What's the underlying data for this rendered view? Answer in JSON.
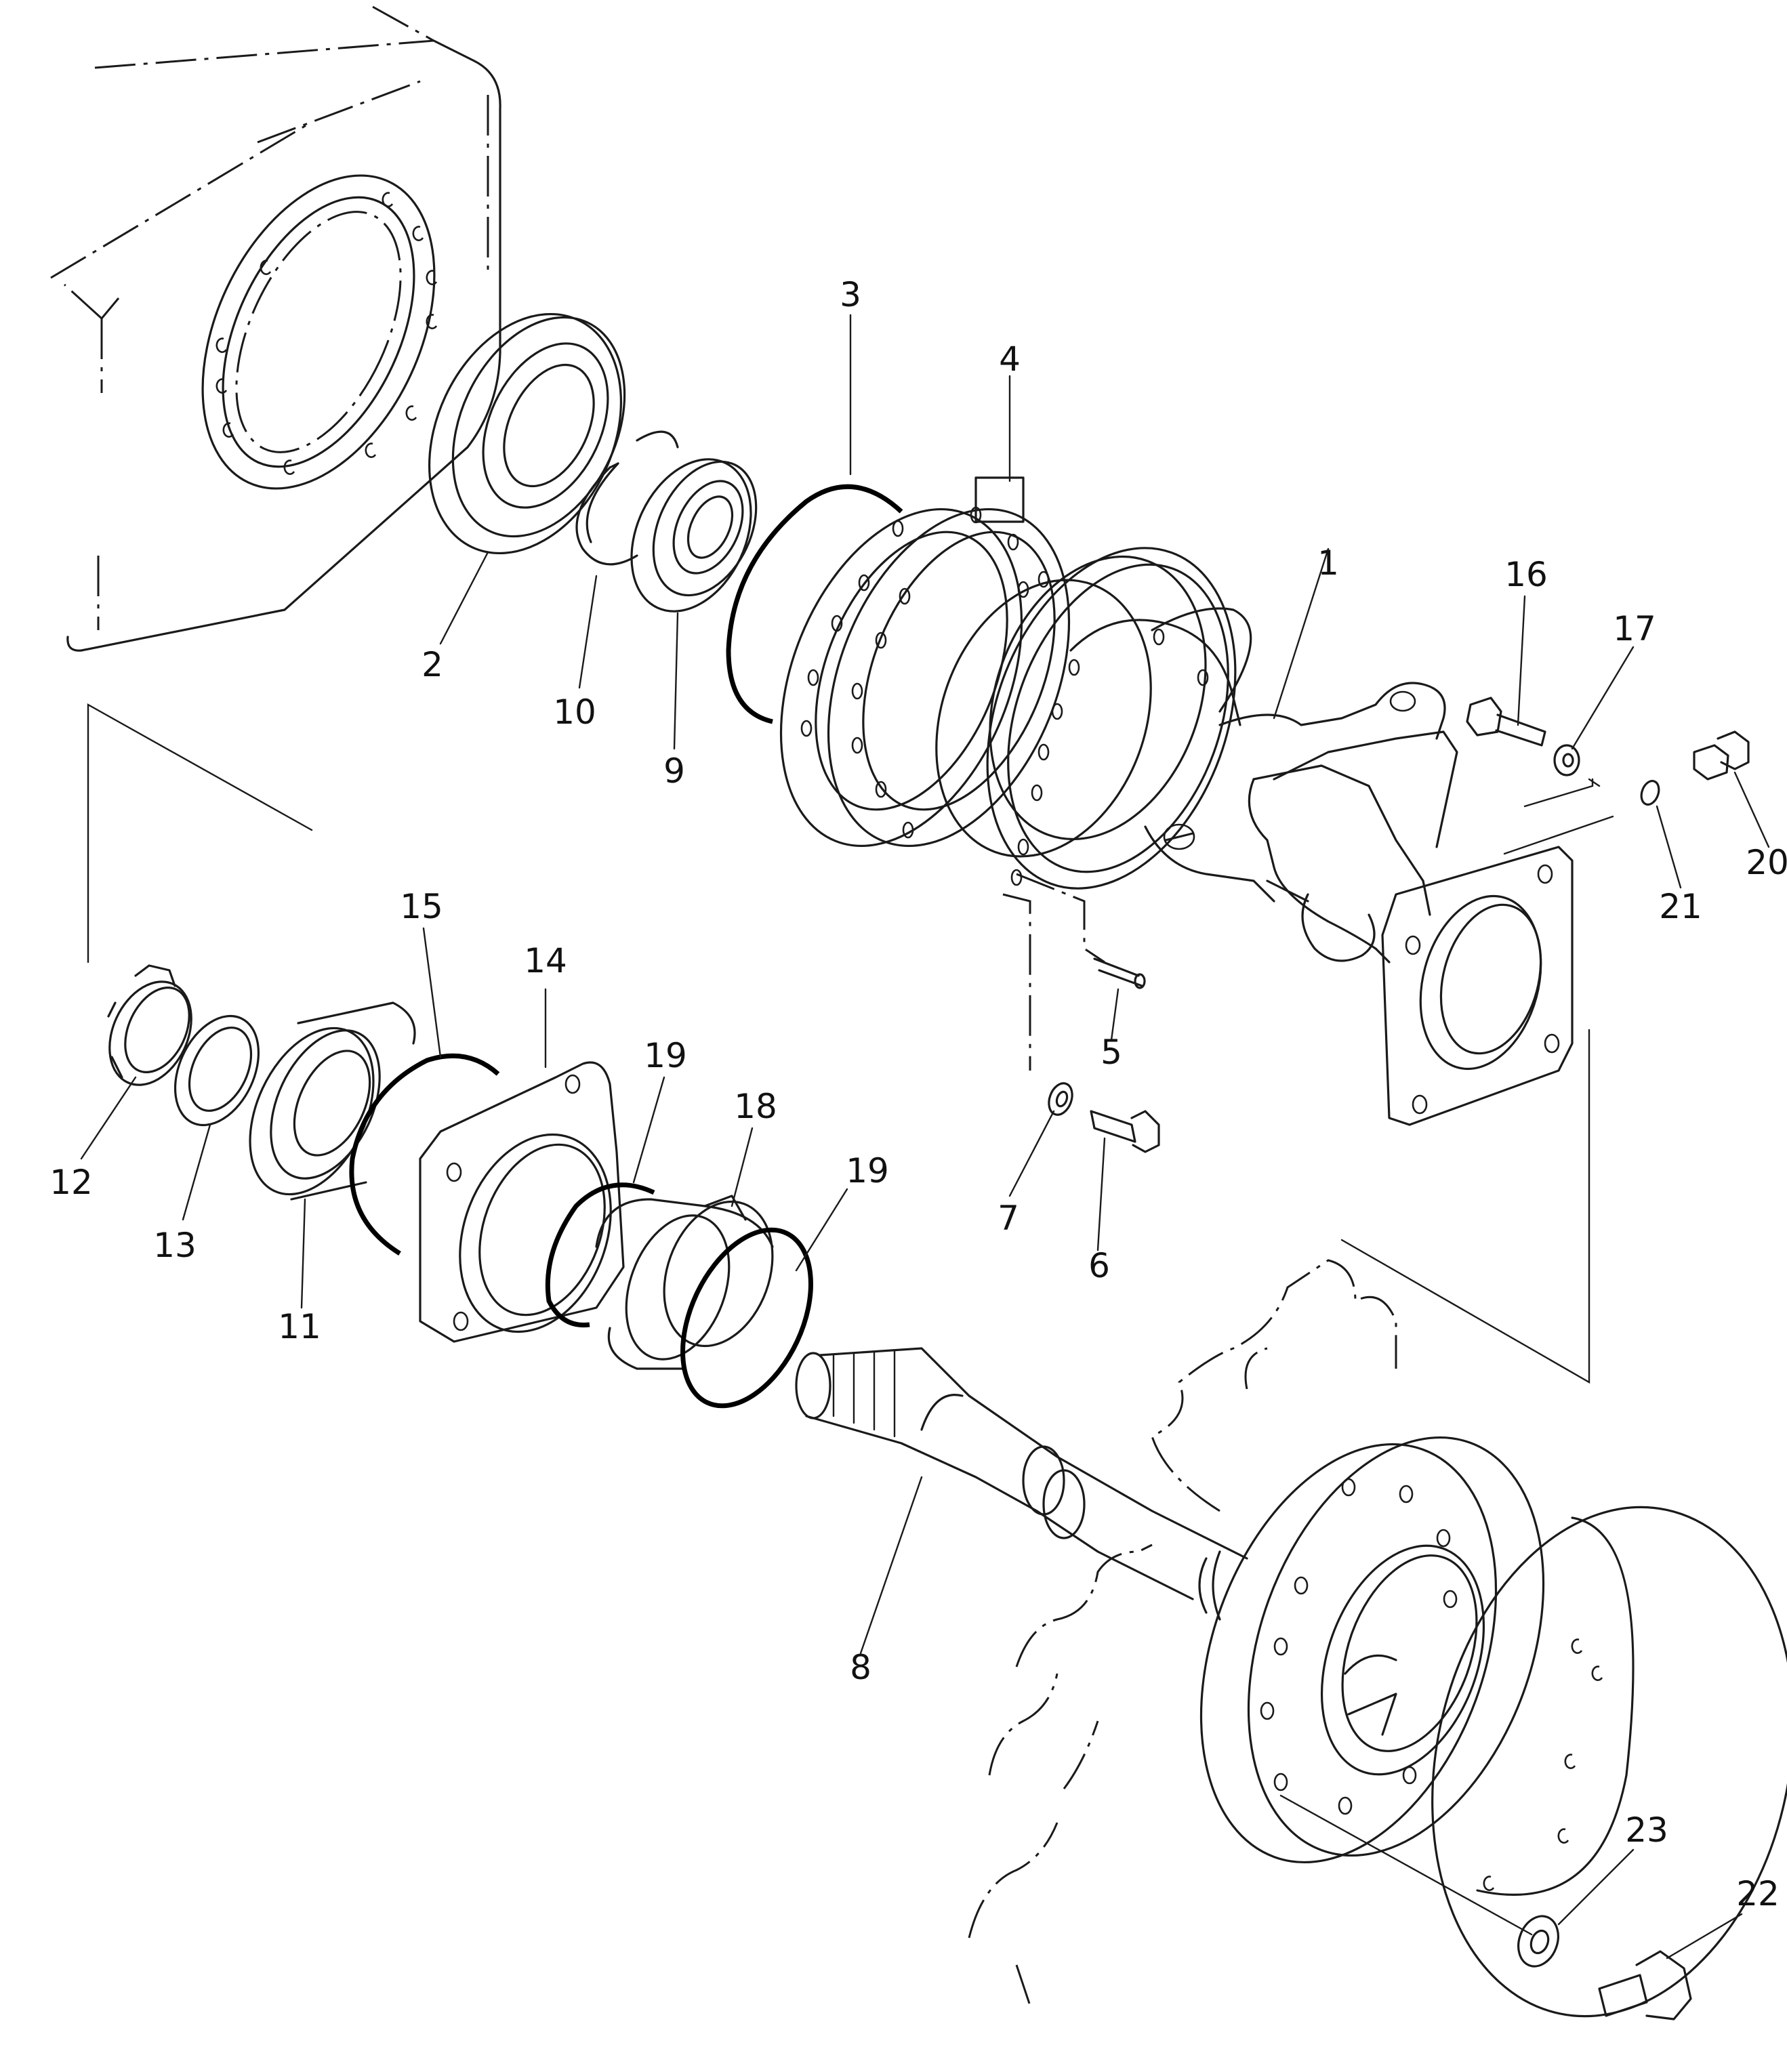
{
  "diagram": {
    "parts": [
      {
        "id": "p1",
        "label": "1"
      },
      {
        "id": "p2",
        "label": "2"
      },
      {
        "id": "p3",
        "label": "3"
      },
      {
        "id": "p4",
        "label": "4"
      },
      {
        "id": "p5",
        "label": "5"
      },
      {
        "id": "p6",
        "label": "6"
      },
      {
        "id": "p7",
        "label": "7"
      },
      {
        "id": "p8",
        "label": "8"
      },
      {
        "id": "p9",
        "label": "9"
      },
      {
        "id": "p10",
        "label": "10"
      },
      {
        "id": "p11",
        "label": "11"
      },
      {
        "id": "p12",
        "label": "12"
      },
      {
        "id": "p13",
        "label": "13"
      },
      {
        "id": "p14",
        "label": "14"
      },
      {
        "id": "p15",
        "label": "15"
      },
      {
        "id": "p16",
        "label": "16"
      },
      {
        "id": "p17",
        "label": "17"
      },
      {
        "id": "p18",
        "label": "18"
      },
      {
        "id": "p19a",
        "label": "19"
      },
      {
        "id": "p19b",
        "label": "19"
      },
      {
        "id": "p20",
        "label": "20"
      },
      {
        "id": "p21",
        "label": "21"
      },
      {
        "id": "p22",
        "label": "22"
      },
      {
        "id": "p23",
        "label": "23"
      }
    ]
  }
}
